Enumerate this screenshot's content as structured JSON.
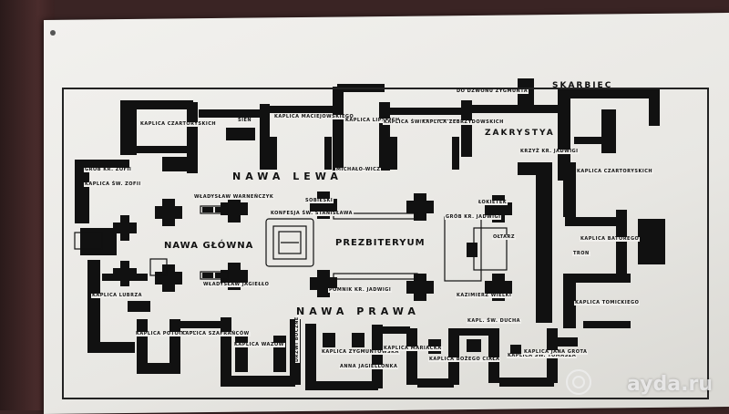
{
  "labels": {
    "nawa_lewa": "NAWA   LEWA",
    "nawa_glowna": "NAWA  GŁÓWNA",
    "prezbiterium": "PREZBITERYUM",
    "nawa_prawa": "NAWA   PRAWA",
    "zakrystya": "ZAKRYSTYA",
    "skarbiec": "SKARBIEC",
    "kaplica_czartoryskich": "KAPLICA CZARTORYSKICH",
    "kaplica_maciejowskiego": "KAPLICA MACIEJOWSKIEGO",
    "kaplica_lipskich": "KAPLICA LIPSKICH",
    "kaplica_zawiszy": "KAPLICA ŚWIĘTOKRZYSKA",
    "kaplica_zebrzydowskich": "KAPLICA ZEBRZYDOWSKICH",
    "kaplica_sw_zofii": "KAPLICA ŚW. ZOFII",
    "grob_kr_zofii": "GRÓB KR. ZOFII",
    "kaplica_czartoryskich_r": "KAPLICA CZARTORYSKICH",
    "kaplica_batorego": "KAPLICA BATOREGO",
    "kaplica_tomickiego": "KAPLICA TOMICKIEGO",
    "kaplica_jana_grota": "KAPLICA JANA GROTA",
    "kaplica_sw_tomasza": "KAPLICA ŚW. TOMASZA",
    "kaplica_wazow": "KAPLICA WAZÓW",
    "kaplica_potockich": "KAPLICA POTOCKICH",
    "kaplica_szafrancow": "KAPLICA SZAFRAŃCÓW",
    "kaplica_lubrza": "KAPLICA LUBRZA",
    "kaplica_zygmuntowska": "KAPLICA ZYGMUNTOWSKA",
    "kaplica_mariacka": "KAPLICA MARIACKA",
    "kaplica_bozego_ciala": "KAPLICA BOŻEGO CIAŁA",
    "drzwi_boczne": "DRZWI BOCZNE",
    "dzwonnica": "DO DZWONU ZYGMUNTA",
    "sien": "SIEŃ",
    "michalowicz": "MICHAŁO-WICZ",
    "grob_wl_warnenczyka": "WŁADYSŁAW WARNEŃCZYK",
    "grob_wl_jagiello": "WŁADYSŁAW JAGIEŁŁO",
    "grob_lokietka": "ŁOKIETEK",
    "grob_kazimierza": "KAZIMIERZ WIELKI",
    "grob_kr_jadwigi": "GRÓB KR. JADWIGI",
    "pomnik_kr_jadwigi": "POMNIK KR. JADWIGI",
    "sobieski": "SOBIESKI",
    "konfesja": "KONFESJA ŚW. STANISŁAWA",
    "oltarz": "OŁTARZ",
    "tron": "TRON",
    "krzyz_kr_jadwigi": "KRZYŻ KR. JADWIGI",
    "anna_jagiellonka": "ANNA JAGIELLONKA",
    "kapl_sw_ducha": "KAPL. ŚW. DUCHA"
  },
  "watermark": "ayda.ru",
  "colors": {
    "wall": "#3a2424",
    "paper": "#efeeeb",
    "ink": "#111111"
  }
}
